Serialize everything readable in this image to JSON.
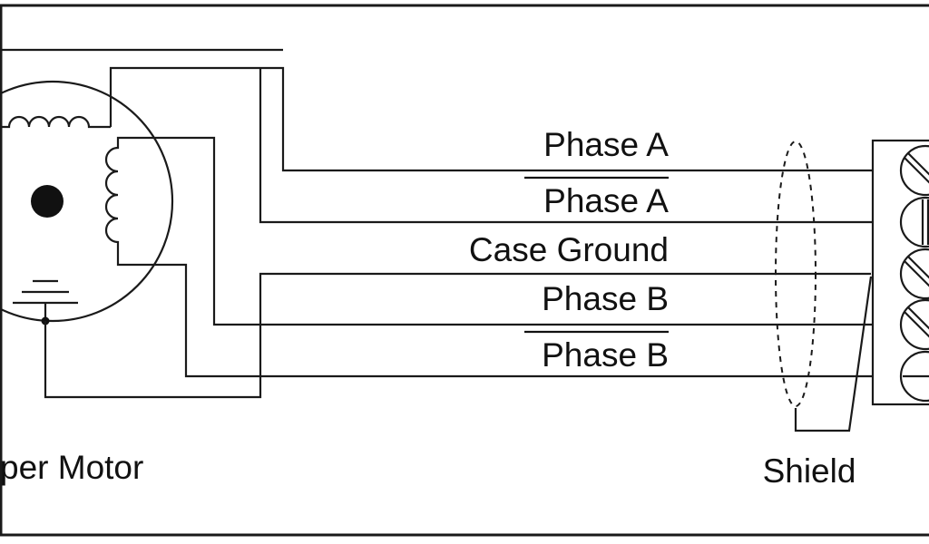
{
  "labels": {
    "phase_a": "Phase A",
    "phase_a_bar": "Phase A",
    "case_ground": "Case Ground",
    "phase_b": "Phase B",
    "phase_b_bar": "Phase B",
    "motor": "per Motor",
    "shield": "Shield"
  },
  "colors": {
    "ink": "#1a1a1a",
    "background": "#ffffff"
  }
}
